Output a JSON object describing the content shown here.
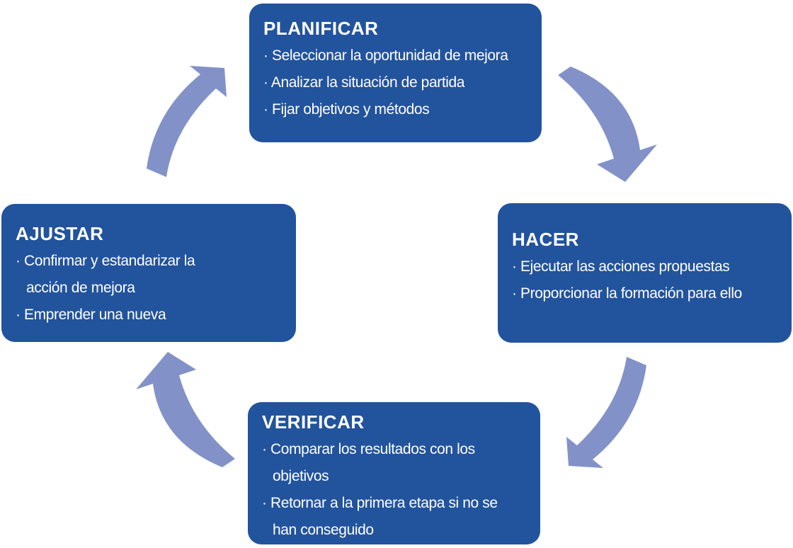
{
  "boxes": [
    {
      "id": "planificar",
      "title": "PLANIFICAR",
      "items": [
        "· Seleccionar la oportunidad de mejora",
        "· Analizar la situación de partida",
        "· Fijar objetivos y métodos"
      ]
    },
    {
      "id": "hacer",
      "title": "HACER",
      "items": [
        "· Ejecutar las acciones propuestas",
        "· Proporcionar la formación para ello"
      ]
    },
    {
      "id": "verificar",
      "title": "VERIFICAR",
      "items": [
        "· Comparar los resultados con los\nobjetivos",
        "· Retornar a la primera etapa si no se\nhan conseguido"
      ]
    },
    {
      "id": "ajustar",
      "title": "AJUSTAR",
      "items": [
        "· Confirmar y estandarizar la\nacción de mejora",
        "· Emprender una nueva"
      ]
    }
  ],
  "arrows": [
    {
      "name": "planificar-to-hacer",
      "direction": "clockwise"
    },
    {
      "name": "hacer-to-verificar",
      "direction": "clockwise"
    },
    {
      "name": "verificar-to-ajustar",
      "direction": "clockwise"
    },
    {
      "name": "ajustar-to-planificar",
      "direction": "clockwise"
    }
  ],
  "colors": {
    "box_fill": "#22539D",
    "arrow_fill": "#8292C8",
    "text": "#FFFFFF",
    "background": "#FFFFFF"
  }
}
